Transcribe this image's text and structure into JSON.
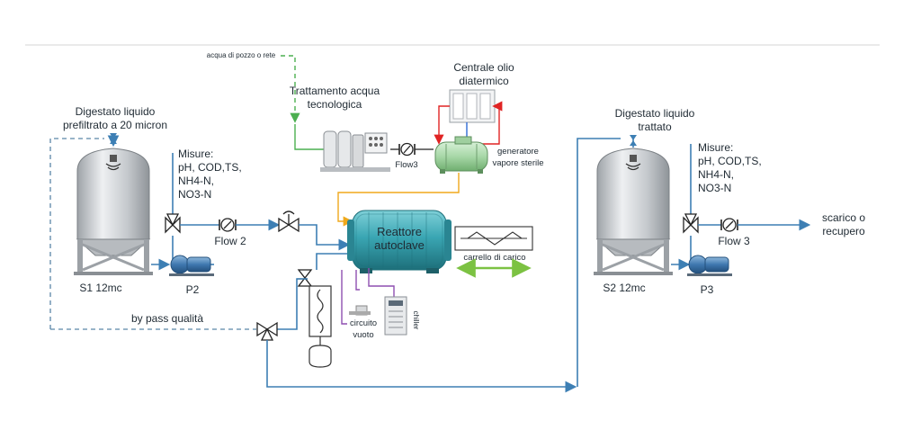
{
  "colors": {
    "pipe": "#3d7fb4",
    "dashed_pipe": "#5a86a8",
    "water_line": "#4caf50",
    "oil_red": "#e02424",
    "oil_blue": "#2f6bd6",
    "steam_line": "#f0a91c",
    "vacuum_line": "#8e4fb0",
    "reactor": "#38a3b0",
    "cart_arrow": "#7cc242",
    "tank": "#c9ccd0",
    "generator": "#a8d9a8"
  },
  "labels": {
    "water_source": "acqua di pozzo o rete",
    "central_oil_line1": "Centrale olio",
    "central_oil_line2": "diatermico",
    "treatment_line1": "Trattamento acqua",
    "treatment_line2": "tecnologica",
    "flow3_small": "Flow3",
    "generator_line1": "generatore",
    "generator_line2": "vapore sterile",
    "digestate_in_line1": "Digestato liquido",
    "digestate_in_line2": "prefiltrato a 20 micron",
    "measures_left": [
      "Misure:",
      "pH, COD,TS,",
      "NH4-N,",
      "NO3-N"
    ],
    "flow2": "Flow 2",
    "s1": "S1 12mc",
    "p2": "P2",
    "reactor_line1": "Reattore",
    "reactor_line2": "autoclave",
    "cart": "carrello di carico",
    "vacuum_line1": "circuito",
    "vacuum_line2": "vuoto",
    "chiller": "chiller",
    "bypass": "by pass qualità",
    "digestate_out_line1": "Digestato liquido",
    "digestate_out_line2": "trattato",
    "measures_right": [
      "Misure:",
      "pH, COD,TS,",
      "NH4-N,",
      "NO3-N"
    ],
    "flow3": "Flow 3",
    "discharge_line1": "scarico o",
    "discharge_line2": "recupero",
    "s2": "S2 12mc",
    "p3": "P3"
  }
}
